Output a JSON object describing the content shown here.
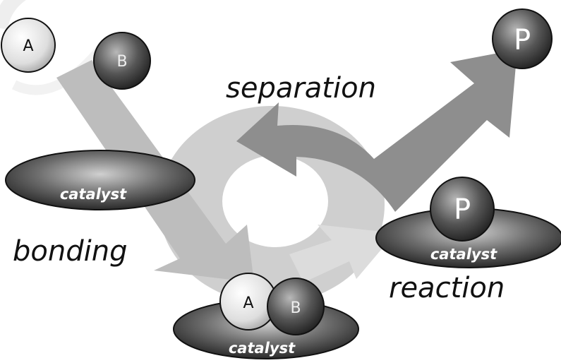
{
  "steps": {
    "separation": "separation",
    "bonding": "bonding",
    "reaction": "reaction"
  },
  "catalyst_label": "catalyst",
  "molecules": {
    "a": "A",
    "b": "B",
    "p": "P"
  },
  "colors": {
    "arrow_light": "#c4c4c4",
    "arrow_mid": "#b3b3b3",
    "arrow_dark": "#8c8c8c",
    "catalyst_dark": "#2e2e2e",
    "molecule_light": "#e6e6e6",
    "molecule_dark": "#4a4a4a"
  }
}
